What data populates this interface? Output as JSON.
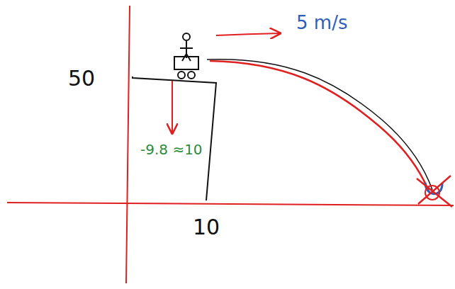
{
  "diagram": {
    "labels": [
      "50",
      "10",
      "5 m/s",
      "-9.8 ≈10"
    ]
  }
}
